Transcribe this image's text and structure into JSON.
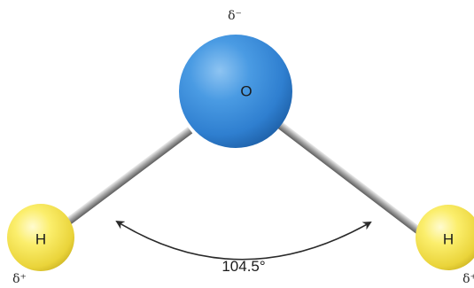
{
  "molecule": {
    "oxygen": {
      "symbol": "O",
      "partial_charge": "δ⁻"
    },
    "hydrogen_left": {
      "symbol": "H",
      "partial_charge": "δ⁺"
    },
    "hydrogen_right": {
      "symbol": "H",
      "partial_charge": "δ⁺"
    }
  },
  "bond_angle": {
    "label": "104.5°"
  },
  "colors": {
    "oxygen": "#2f7fd0",
    "hydrogen": "#f0dc3a",
    "bond": "#8a8a8a"
  }
}
